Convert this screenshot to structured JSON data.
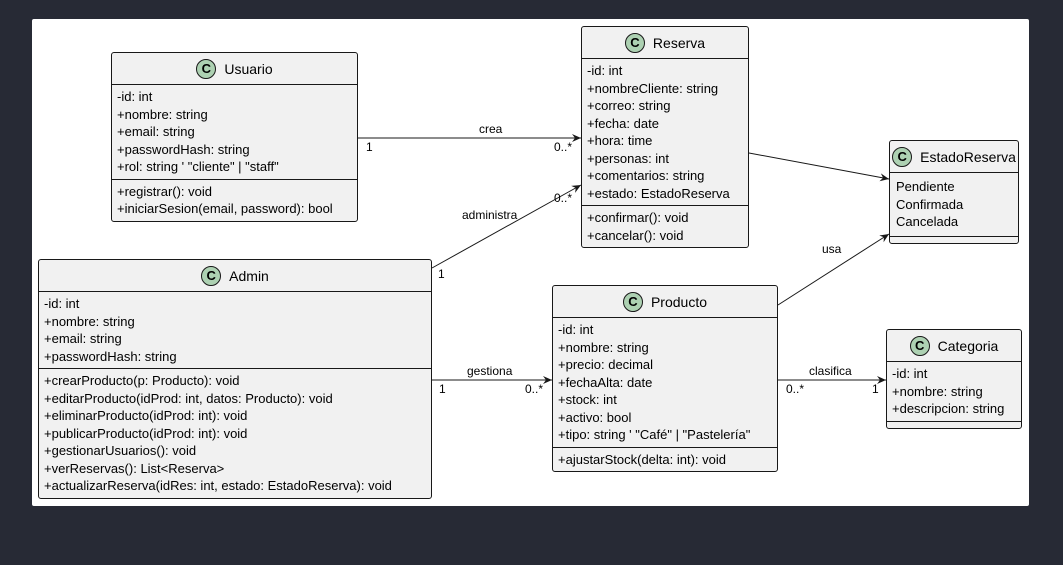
{
  "classes": {
    "usuario": {
      "name": "Usuario",
      "badge": "C",
      "fields": [
        "-id: int",
        "+nombre: string",
        "+email: string",
        "+passwordHash: string",
        "+rol: string ' \"cliente\" | \"staff\""
      ],
      "methods": [
        "+registrar(): void",
        "+iniciarSesion(email, password): bool"
      ]
    },
    "reserva": {
      "name": "Reserva",
      "badge": "C",
      "fields": [
        "-id: int",
        "+nombreCliente: string",
        "+correo: string",
        "+fecha: date",
        "+hora: time",
        "+personas: int",
        "+comentarios: string",
        "+estado: EstadoReserva"
      ],
      "methods": [
        "+confirmar(): void",
        "+cancelar(): void"
      ]
    },
    "estado": {
      "name": "EstadoReserva",
      "badge": "C",
      "fields": [
        "Pendiente",
        "Confirmada",
        "Cancelada"
      ],
      "methods": []
    },
    "admin": {
      "name": "Admin",
      "badge": "C",
      "fields": [
        "-id: int",
        "+nombre: string",
        "+email: string",
        "+passwordHash: string"
      ],
      "methods": [
        "+crearProducto(p: Producto): void",
        "+editarProducto(idProd: int, datos: Producto): void",
        "+eliminarProducto(idProd: int): void",
        "+publicarProducto(idProd: int): void",
        "+gestionarUsuarios(): void",
        "+verReservas(): List<Reserva>",
        "+actualizarReserva(idRes: int, estado: EstadoReserva): void"
      ]
    },
    "producto": {
      "name": "Producto",
      "badge": "C",
      "fields": [
        "-id: int",
        "+nombre: string",
        "+precio: decimal",
        "+fechaAlta: date",
        "+stock: int",
        "+activo: bool",
        "+tipo: string ' \"Café\" | \"Pastelería\""
      ],
      "methods": [
        "+ajustarStock(delta: int): void"
      ]
    },
    "categoria": {
      "name": "Categoria",
      "badge": "C",
      "fields": [
        "-id: int",
        "+nombre: string",
        "+descripcion: string"
      ],
      "methods": []
    }
  },
  "relations": {
    "crea": {
      "label": "crea",
      "from_mult": "1",
      "to_mult": "0..*"
    },
    "administra": {
      "label": "administra",
      "from_mult": "1",
      "to_mult": "0..*"
    },
    "gestiona": {
      "label": "gestiona",
      "from_mult": "1",
      "to_mult": "0..*"
    },
    "usa": {
      "label": "usa"
    },
    "clasifica": {
      "label": "clasifica",
      "from_mult": "0..*",
      "to_mult": "1"
    }
  }
}
